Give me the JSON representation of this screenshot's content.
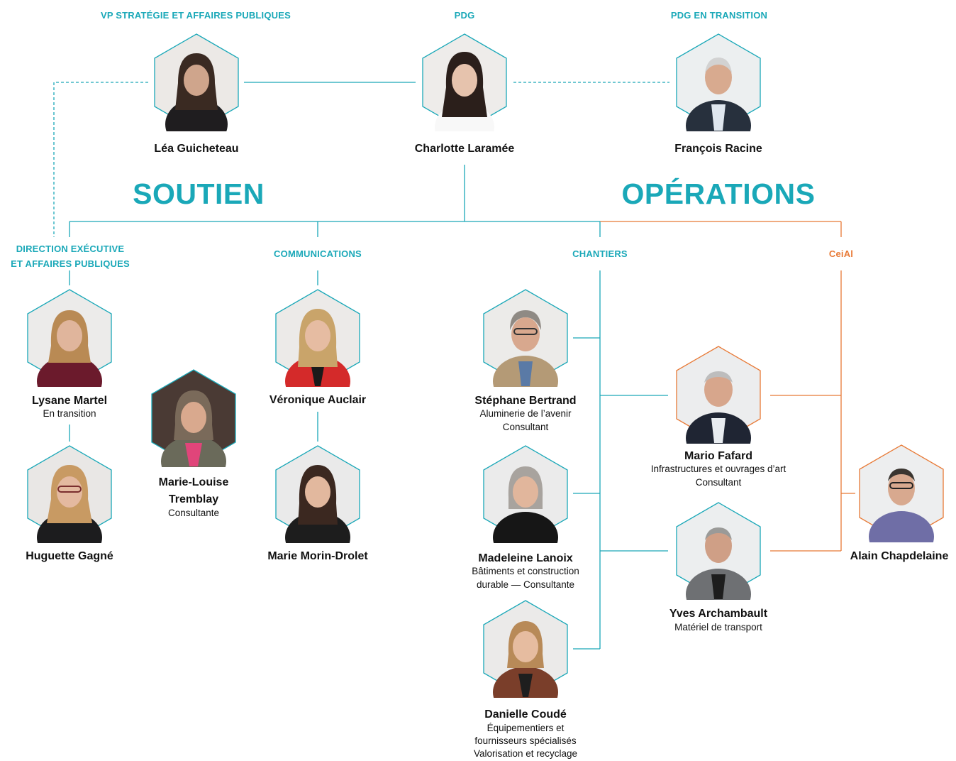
{
  "colors": {
    "teal": "#1aa8b8",
    "orange": "#e87935"
  },
  "top": {
    "vp_role": "VP STRATÉGIE ET AFFAIRES PUBLIQUES",
    "vp_name": "Léa Guicheteau",
    "pdg_role": "PDG",
    "pdg_name": "Charlotte Laramée",
    "transition_role": "PDG EN TRANSITION",
    "transition_name": "François Racine"
  },
  "sections": {
    "soutien": "SOUTIEN",
    "operations": "OPÉRATIONS"
  },
  "departments": {
    "direction_line1": "DIRECTION EXÉCUTIVE",
    "direction_line2": "ET AFFAIRES PUBLIQUES",
    "communications": "COMMUNICATIONS",
    "chantiers": "CHANTIERS",
    "ceial": "CeiAl"
  },
  "people": {
    "lysane": {
      "name": "Lysane Martel",
      "sub1": "En transition"
    },
    "huguette": {
      "name": "Huguette Gagné"
    },
    "marie_louise": {
      "name1": "Marie-Louise",
      "name2": "Tremblay",
      "sub1": "Consultante"
    },
    "veronique": {
      "name": "Véronique Auclair"
    },
    "marie_morin": {
      "name": "Marie Morin-Drolet"
    },
    "stephane": {
      "name": "Stéphane Bertrand",
      "sub1": "Aluminerie de l’avenir",
      "sub2": "Consultant"
    },
    "madeleine": {
      "name": "Madeleine Lanoix",
      "sub1": "Bâtiments et construction",
      "sub2": "durable — Consultante"
    },
    "danielle": {
      "name": "Danielle Coudé",
      "sub1": "Équipementiers et",
      "sub2": "fournisseurs spécialisés",
      "sub3": "Valorisation et recyclage"
    },
    "mario": {
      "name": "Mario Fafard",
      "sub1": "Infrastructures et ouvrages d’art",
      "sub2": "Consultant"
    },
    "yves": {
      "name": "Yves Archambault",
      "sub1": "Matériel de transport"
    },
    "alain": {
      "name": "Alain Chapdelaine"
    }
  }
}
